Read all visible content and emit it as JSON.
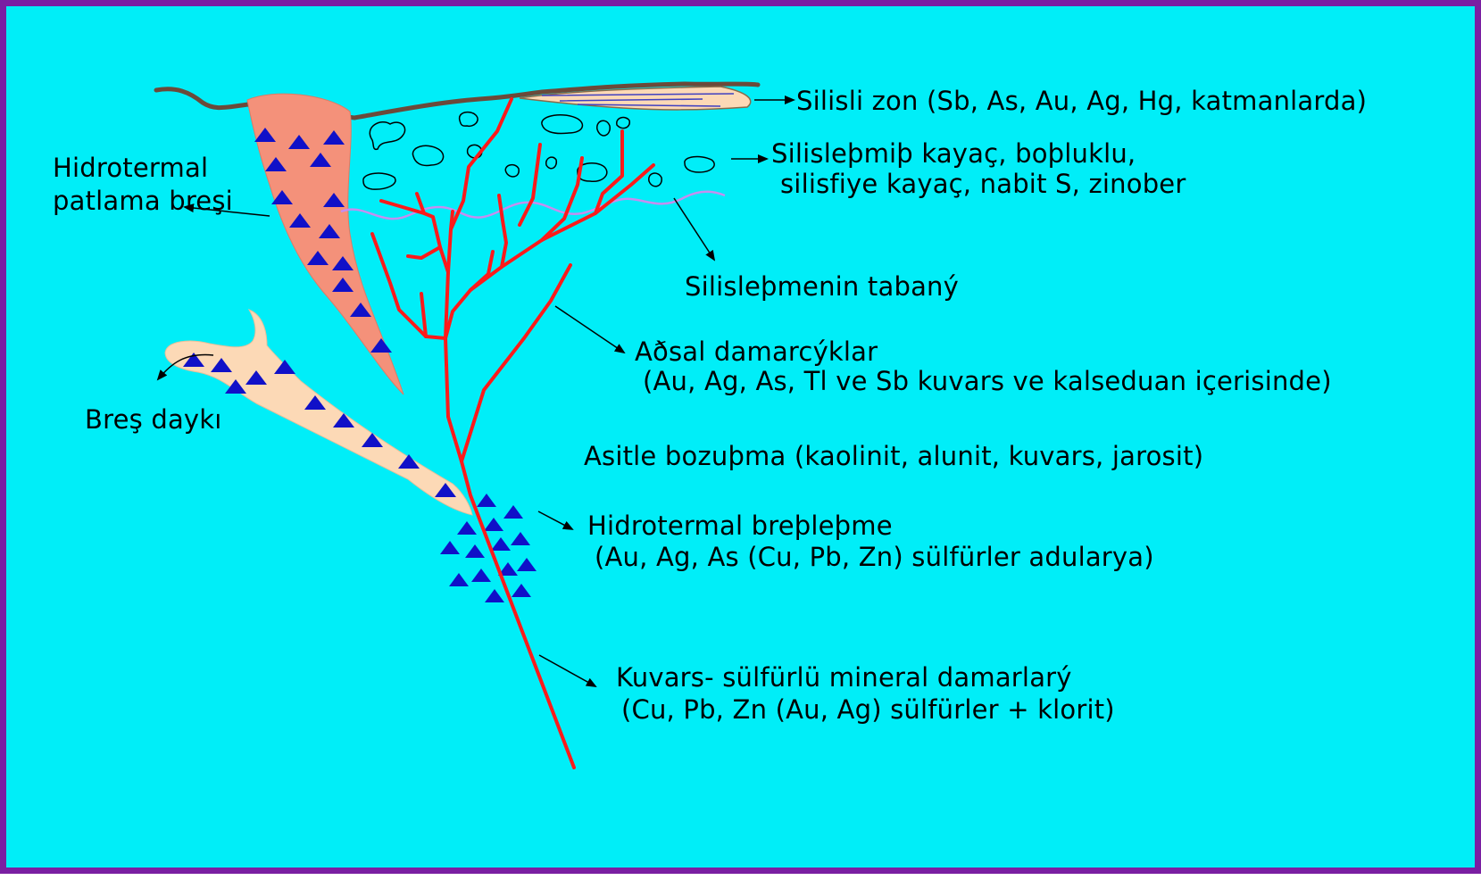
{
  "labels": {
    "silisli_zon": "Silisli zon (Sb, As, Au, Ag, Hg, katmanlarda)",
    "silislesmis_1": "Silisleþmiþ kayaç, boþluklu,",
    "silislesmis_2": "silisfiye kayaç, nabit S, zinober",
    "hidrotermal_patlama_1": "Hidrotermal",
    "hidrotermal_patlama_2": "patlama breşi",
    "taban": "Silisleþmenin tabaný",
    "sigsal_1": "Aðsal damarcýklar",
    "sigsal_2": "(Au, Ag, As, Tl ve Sb kuvars ve kalseduan içerisinde)",
    "bres_dayki": "Breş daykı",
    "asitle": "Asitle bozuþma (kaolinit, alunit, kuvars, jarosit)",
    "breslesme_1": "Hidrotermal breþleþme",
    "breslesme_2": "(Au, Ag, As (Cu, Pb, Zn) sülfürler  adularya)",
    "kuvars_1": "Kuvars- sülfürlü mineral damarlarý",
    "kuvars_2": "(Cu, Pb, Zn (Au, Ag) sülfürler + klorit)"
  },
  "colors": {
    "background": "#00eef8",
    "border": "#7a1fa2",
    "veins": "#ff1a1a",
    "breccia_pipe": "#f4917a",
    "breccia_dike": "#fcd9b6",
    "triangles": "#1010c8",
    "ground_line": "#6b4a3a",
    "silica_base": "#c58ef0"
  }
}
